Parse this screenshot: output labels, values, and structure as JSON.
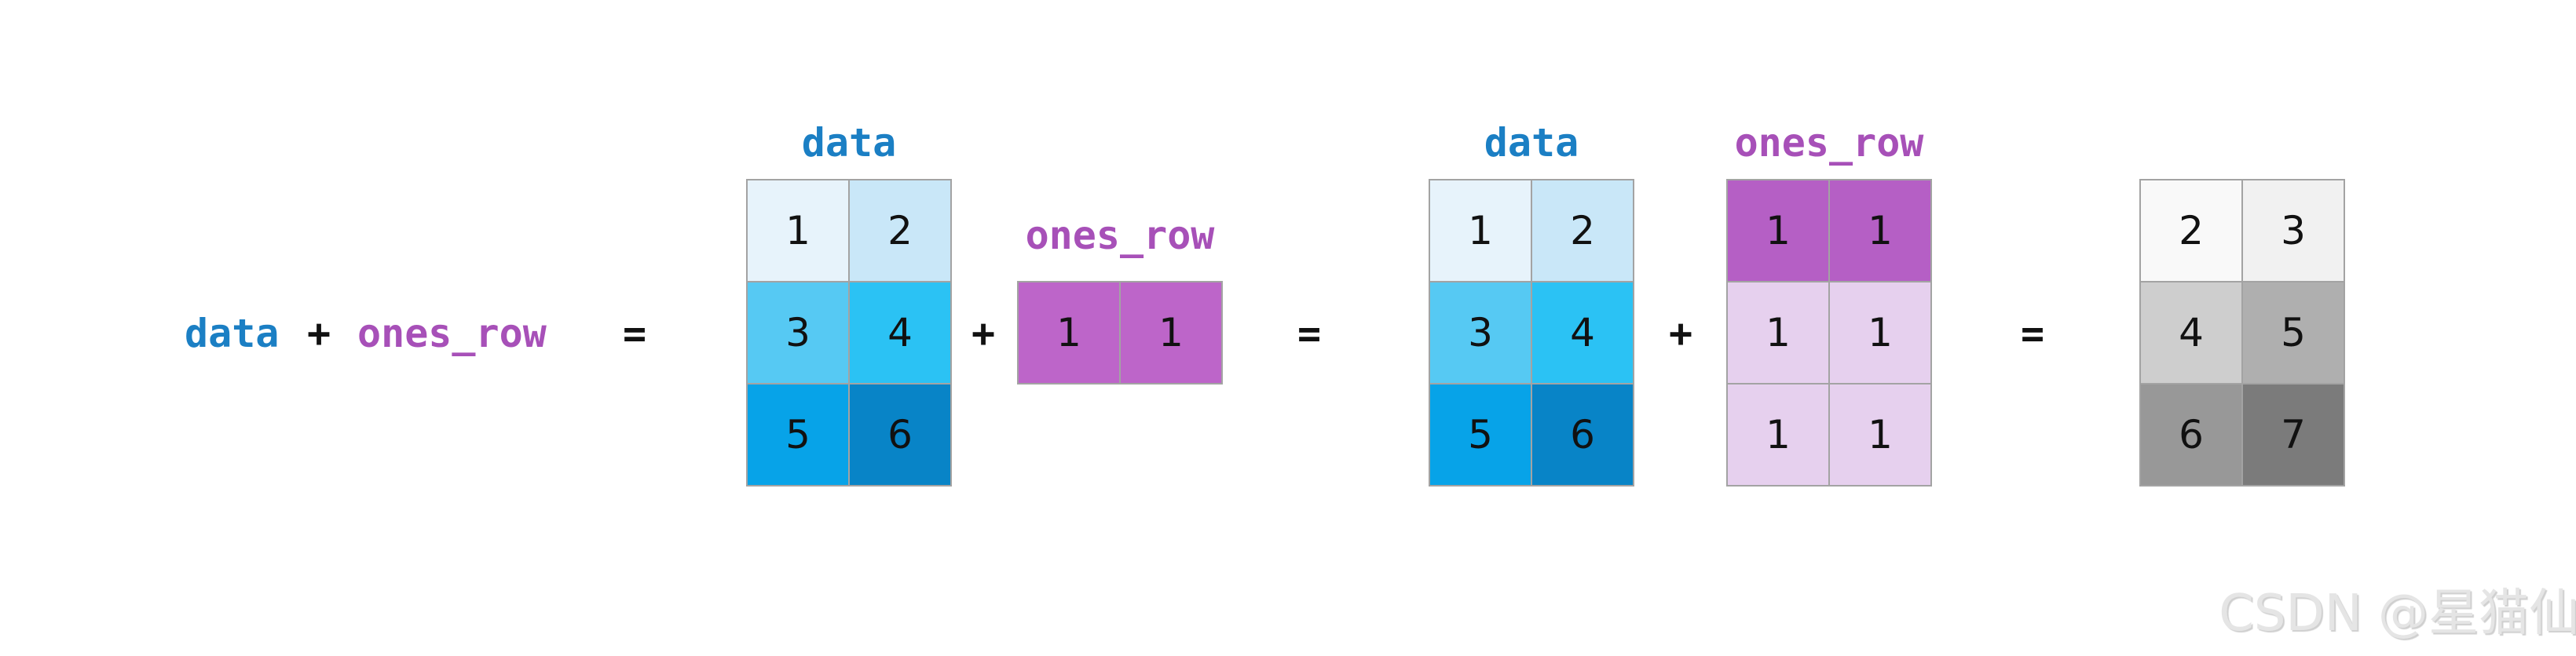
{
  "expression": {
    "data": "data",
    "plus": "+",
    "ones_row": "ones_row",
    "equals": "="
  },
  "operators": {
    "plus": "+",
    "equals": "="
  },
  "matrices": {
    "data1": {
      "label": "data",
      "cells": [
        [
          "1",
          "2"
        ],
        [
          "3",
          "4"
        ],
        [
          "5",
          "6"
        ]
      ],
      "colors": [
        [
          "#e7f3fb",
          "#c9e7f8"
        ],
        [
          "#56c9f3",
          "#2bc2f4"
        ],
        [
          "#07a3e8",
          "#0884c7"
        ]
      ]
    },
    "ones1": {
      "label": "ones_row",
      "cells": [
        [
          "1",
          "1"
        ]
      ],
      "colors": [
        [
          "#bd65c9",
          "#bd65c9"
        ]
      ]
    },
    "data2": {
      "label": "data",
      "cells": [
        [
          "1",
          "2"
        ],
        [
          "3",
          "4"
        ],
        [
          "5",
          "6"
        ]
      ],
      "colors": [
        [
          "#e7f3fb",
          "#c9e7f8"
        ],
        [
          "#56c9f3",
          "#2bc2f4"
        ],
        [
          "#07a3e8",
          "#0884c7"
        ]
      ]
    },
    "ones2": {
      "label": "ones_row",
      "cells": [
        [
          "1",
          "1"
        ],
        [
          "1",
          "1"
        ],
        [
          "1",
          "1"
        ]
      ],
      "colors": [
        [
          "#b55fc5",
          "#b55fc5"
        ],
        [
          "#e6d0ee",
          "#e6d0ee"
        ],
        [
          "#e6d0ee",
          "#e6d0ee"
        ]
      ]
    },
    "result": {
      "cells": [
        [
          "2",
          "3"
        ],
        [
          "4",
          "5"
        ],
        [
          "6",
          "7"
        ]
      ],
      "colors": [
        [
          "#f9f9f9",
          "#f1f1f1"
        ],
        [
          "#cecece",
          "#afafaf"
        ],
        [
          "#989898",
          "#7b7b7b"
        ]
      ]
    }
  },
  "watermark": {
    "text": "CSDN @星猫仙"
  },
  "theme": {
    "blue": "#1b7fc4",
    "purple": "#a750b8",
    "operator_color": "#111111",
    "cell_text_color": "#111111",
    "grid_border": "#a3a3a3",
    "watermark_color": "#e5e5e5",
    "watermark_shadow": "#cccccc"
  }
}
